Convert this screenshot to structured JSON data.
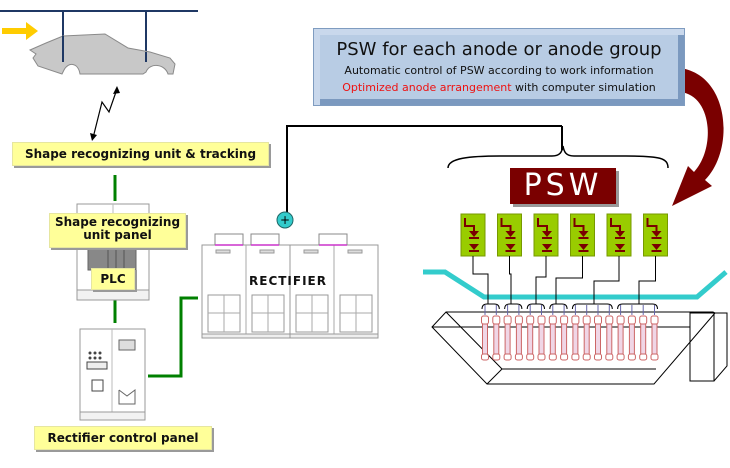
{
  "top_box": {
    "title": "PSW for each anode or anode group",
    "line2": "Automatic control of PSW according to work information",
    "line3_highlight": "Optimized anode arrangement",
    "line3_rest": " with computer simulation",
    "highlight_color": "#ee1111"
  },
  "labels": {
    "shape_unit_tracking": "Shape recognizing unit & tracking",
    "shape_unit_panel_line1": "Shape recognizing",
    "shape_unit_panel_line2": "unit panel",
    "plc": "PLC",
    "rectifier": "RECTIFIER",
    "rectifier_control_panel": "Rectifier control panel",
    "psw": "PSW",
    "plus_sign": "+"
  },
  "psw_switch_count": 6,
  "anode_count": 16,
  "colors": {
    "psw_dark_red": "#7a0000",
    "switch_green": "#99cc00",
    "connector_green": "#008000",
    "liquid_cyan": "#33cccc",
    "label_yellow": "#ffff99",
    "arrow_yellow": "#ffcc00"
  }
}
